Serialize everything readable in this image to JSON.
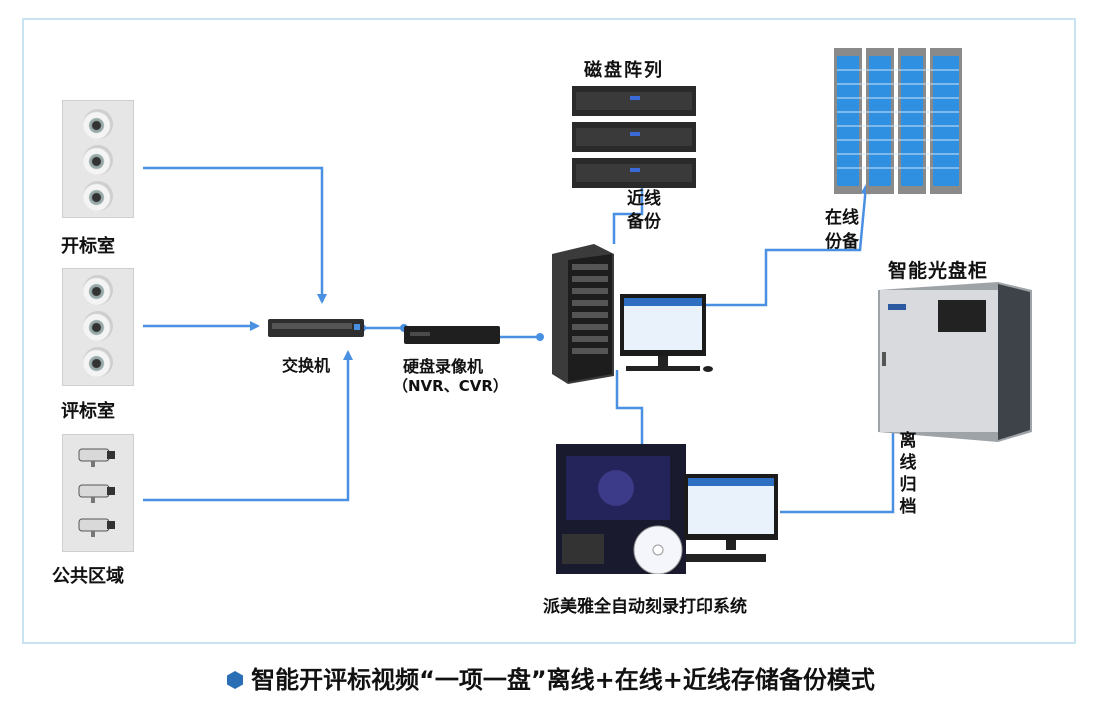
{
  "labels": {
    "room1": "开标室",
    "room2": "评标室",
    "room3": "公共区域",
    "switch": "交换机",
    "dvr_line1": "硬盘录像机",
    "dvr_line2": "（NVR、CVR）",
    "disk_array": "磁盘阵列",
    "nearline": "近线备份",
    "online": "在线份备",
    "disc_cabinet": "智能光盘柜",
    "offline": "离线归档",
    "print_system": "派美雅全自动刻录打印系统"
  },
  "caption": "智能开评标视频“一项一盘”离线+在线+近线存储备份模式",
  "colors": {
    "line": "#4a90e2",
    "frame": "#c9e3f2",
    "server_blue": "#2f8fe0"
  }
}
